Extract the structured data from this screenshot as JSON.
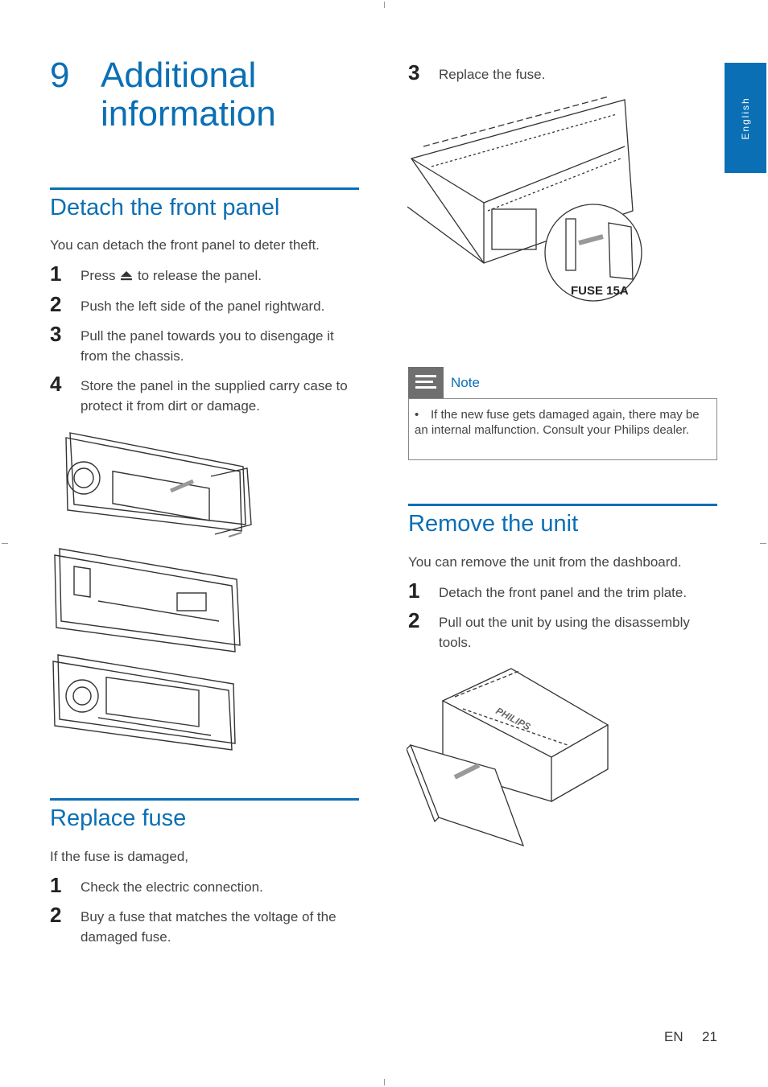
{
  "sidebar_tab": "English",
  "chapter": {
    "number": "9",
    "title": "Additional information"
  },
  "detach": {
    "title": "Detach the front panel",
    "intro": "You can detach the front panel to deter theft.",
    "steps": [
      {
        "num": "1",
        "before": "Press",
        "icon": "eject-icon",
        "after": "to release the panel."
      },
      {
        "num": "2",
        "text": "Push the left side of the panel rightward."
      },
      {
        "num": "3",
        "text": "Pull the panel towards you to disengage it from the chassis."
      },
      {
        "num": "4",
        "text": "Store the panel in the supplied carry case to protect it from dirt or damage."
      }
    ]
  },
  "replace_fuse": {
    "title": "Replace fuse",
    "intro": "If the fuse is damaged,",
    "steps": [
      {
        "num": "1",
        "text": "Check the electric connection."
      },
      {
        "num": "2",
        "text": "Buy a fuse that matches the voltage of the damaged fuse."
      },
      {
        "num": "3",
        "text": "Replace the fuse."
      }
    ],
    "fuse_label": "FUSE 15A"
  },
  "note": {
    "label": "Note",
    "bullet": "•",
    "text": "If the new fuse gets damaged again, there may be an internal malfunction. Consult your Philips dealer."
  },
  "remove_unit": {
    "title": "Remove the unit",
    "intro": "You can remove the unit from the dashboard.",
    "steps": [
      {
        "num": "1",
        "text": "Detach the front panel and the trim plate."
      },
      {
        "num": "2",
        "text": "Pull out the unit by using the disassembly tools."
      }
    ],
    "brand_label": "PHILIPS"
  },
  "footer": {
    "lang": "EN",
    "page": "21"
  },
  "colors": {
    "accent": "#0a6fb4",
    "note_icon": "#6f6f6f"
  }
}
